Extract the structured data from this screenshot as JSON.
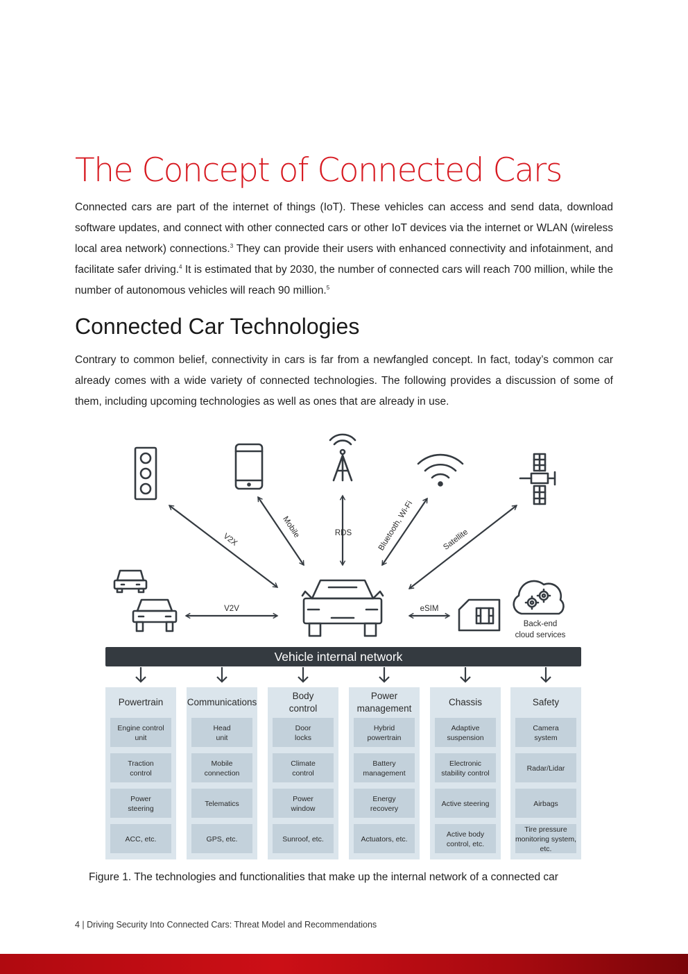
{
  "page": {
    "title": "The Concept of Connected Cars",
    "intro": [
      "Connected cars are part of the internet of things (IoT). These vehicles can access and send data, download software updates, and connect with other connected cars or other IoT devices via the internet or WLAN (wireless local area network) connections.",
      "3",
      " They can provide their users with enhanced connectivity and infotainment, and facilitate safer driving.",
      "4",
      " It is estimated that by 2030, the number of connected cars will reach 700 million, while the number of autonomous vehicles will reach 90 million.",
      "5"
    ],
    "section_title": "Connected Car Technologies",
    "section_text": "Contrary to common belief, connectivity in cars is far from a newfangled concept. In fact, today’s common car already comes with a wide variety of connected technologies. The following provides a discussion of some of them, including upcoming technologies as well as ones that are already in use.",
    "caption": "Figure 1. The technologies and functionalities that make up the internal network of a connected car",
    "footer": "4 | Driving Security Into Connected Cars: Threat Model and Recommendations"
  },
  "diagram": {
    "links": {
      "v2x": "V2X",
      "mobile": "Mobile",
      "rds": "RDS",
      "wifi": "Bluetooth, Wi-Fi",
      "satellite": "Satellite",
      "v2v": "V2V",
      "esim": "eSIM"
    },
    "cloud_label_1": "Back-end",
    "cloud_label_2": "cloud services",
    "network_label": "Vehicle internal network",
    "columns": [
      {
        "title": [
          "Powertrain"
        ],
        "items": [
          [
            "Engine control",
            "unit"
          ],
          [
            "Traction",
            "control"
          ],
          [
            "Power",
            "steering"
          ],
          [
            "ACC, etc."
          ]
        ]
      },
      {
        "title": [
          "Communications"
        ],
        "items": [
          [
            "Head",
            "unit"
          ],
          [
            "Mobile",
            "connection"
          ],
          [
            "Telematics"
          ],
          [
            "GPS, etc."
          ]
        ]
      },
      {
        "title": [
          "Body",
          "control"
        ],
        "items": [
          [
            "Door",
            "locks"
          ],
          [
            "Climate",
            "control"
          ],
          [
            "Power",
            "window"
          ],
          [
            "Sunroof, etc."
          ]
        ]
      },
      {
        "title": [
          "Power",
          "management"
        ],
        "items": [
          [
            "Hybrid",
            "powertrain"
          ],
          [
            "Battery",
            "management"
          ],
          [
            "Energy",
            "recovery"
          ],
          [
            "Actuators, etc."
          ]
        ]
      },
      {
        "title": [
          "Chassis"
        ],
        "items": [
          [
            "Adaptive",
            "suspension"
          ],
          [
            "Electronic",
            "stability control"
          ],
          [
            "Active steering"
          ],
          [
            "Active body",
            "control, etc."
          ]
        ]
      },
      {
        "title": [
          "Safety"
        ],
        "items": [
          [
            "Camera",
            "system"
          ],
          [
            "Radar/Lidar"
          ],
          [
            "Airbags"
          ],
          [
            "Tire pressure",
            "monitoring system,",
            "etc."
          ]
        ]
      }
    ],
    "colors": {
      "accent": "#d71920",
      "icon": "#343a40",
      "column_bg": "#dbe5ec",
      "item_bg": "#c3d1db",
      "network_bar": "#343a40"
    }
  }
}
